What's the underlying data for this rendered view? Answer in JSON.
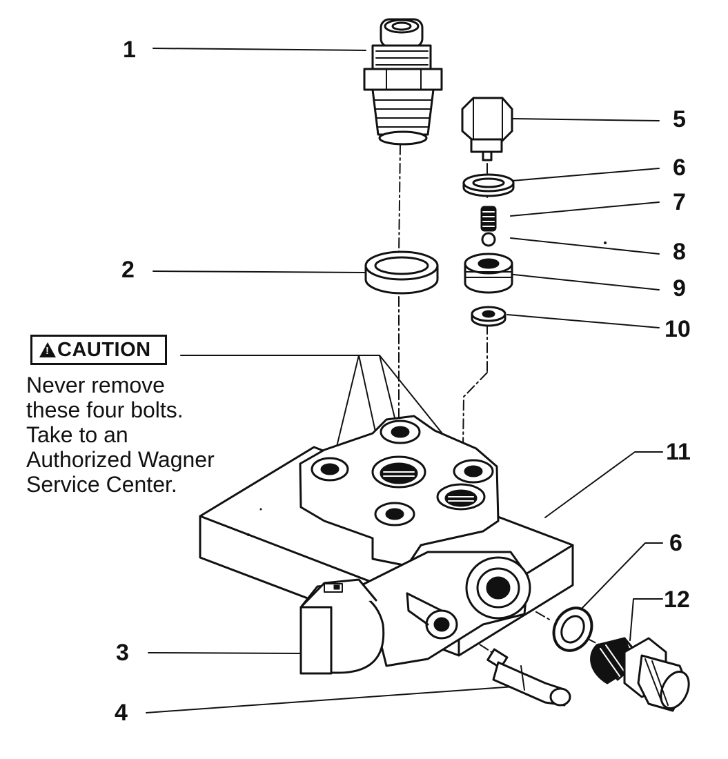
{
  "callouts": {
    "c1": "1",
    "c2": "2",
    "c3": "3",
    "c4": "4",
    "c5": "5",
    "c6a": "6",
    "c6b": "6",
    "c7": "7",
    "c8": "8",
    "c9": "9",
    "c10": "10",
    "c11": "11",
    "c12": "12"
  },
  "caution": {
    "label": "CAUTION",
    "symbol": "!",
    "lines": [
      "Never remove",
      "these four bolts.",
      "Take to an",
      "Authorized Wagner",
      "Service Center."
    ]
  },
  "colors": {
    "ink": "#111111",
    "paper": "#ffffff",
    "shade": "#d0d0d0"
  }
}
